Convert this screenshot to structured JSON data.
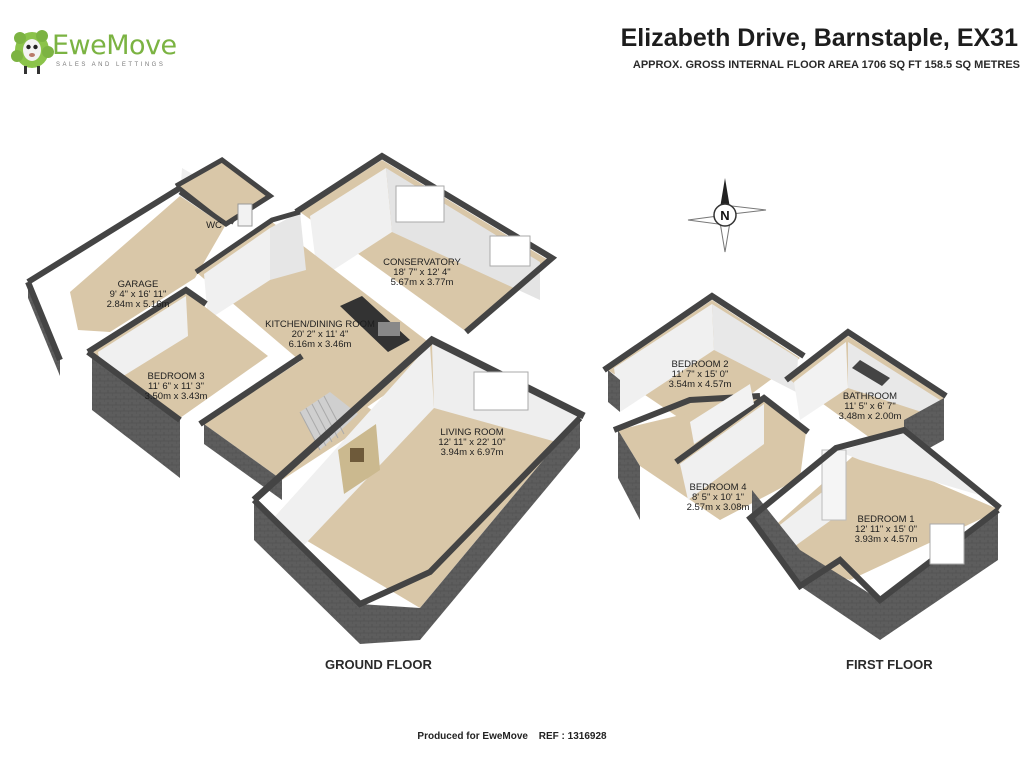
{
  "brand": {
    "name": "EweMove",
    "tagline": "SALES AND LETTINGS"
  },
  "header": {
    "title": "Elizabeth Drive, Barnstaple, EX31",
    "subtitle": "APPROX. GROSS INTERNAL FLOOR AREA 1706 SQ FT 158.5 SQ METRES"
  },
  "compass": {
    "label": "N"
  },
  "floors": {
    "ground": {
      "label": "GROUND FLOOR"
    },
    "first": {
      "label": "FIRST FLOOR"
    }
  },
  "rooms": {
    "wc": {
      "name": "WC"
    },
    "garage": {
      "name": "GARAGE",
      "imperial": "9' 4\" x 16' 11\"",
      "metric": "2.84m x 5.16m"
    },
    "conservatory": {
      "name": "CONSERVATORY",
      "imperial": "18' 7\" x 12' 4\"",
      "metric": "5.67m x 3.77m"
    },
    "kitchen": {
      "name": "KITCHEN/DINING ROOM",
      "imperial": "20' 2\" x 11' 4\"",
      "metric": "6.16m x 3.46m"
    },
    "bedroom3": {
      "name": "BEDROOM 3",
      "imperial": "11' 6\" x 11' 3\"",
      "metric": "3.50m x 3.43m"
    },
    "living": {
      "name": "LIVING ROOM",
      "imperial": "12' 11\" x 22' 10\"",
      "metric": "3.94m x 6.97m"
    },
    "bedroom2": {
      "name": "BEDROOM 2",
      "imperial": "11' 7\" x 15' 0\"",
      "metric": "3.54m x 4.57m"
    },
    "bathroom": {
      "name": "BATHROOM",
      "imperial": "11' 5\" x 6' 7\"",
      "metric": "3.48m x 2.00m"
    },
    "bedroom4": {
      "name": "BEDROOM 4",
      "imperial": "8' 5\" x 10' 1\"",
      "metric": "2.57m x 3.08m"
    },
    "bedroom1": {
      "name": "BEDROOM 1",
      "imperial": "12' 11\" x 15' 0\"",
      "metric": "3.93m x 4.57m"
    }
  },
  "footer": {
    "produced": "Produced for EweMove",
    "ref": "REF : 1316928"
  }
}
